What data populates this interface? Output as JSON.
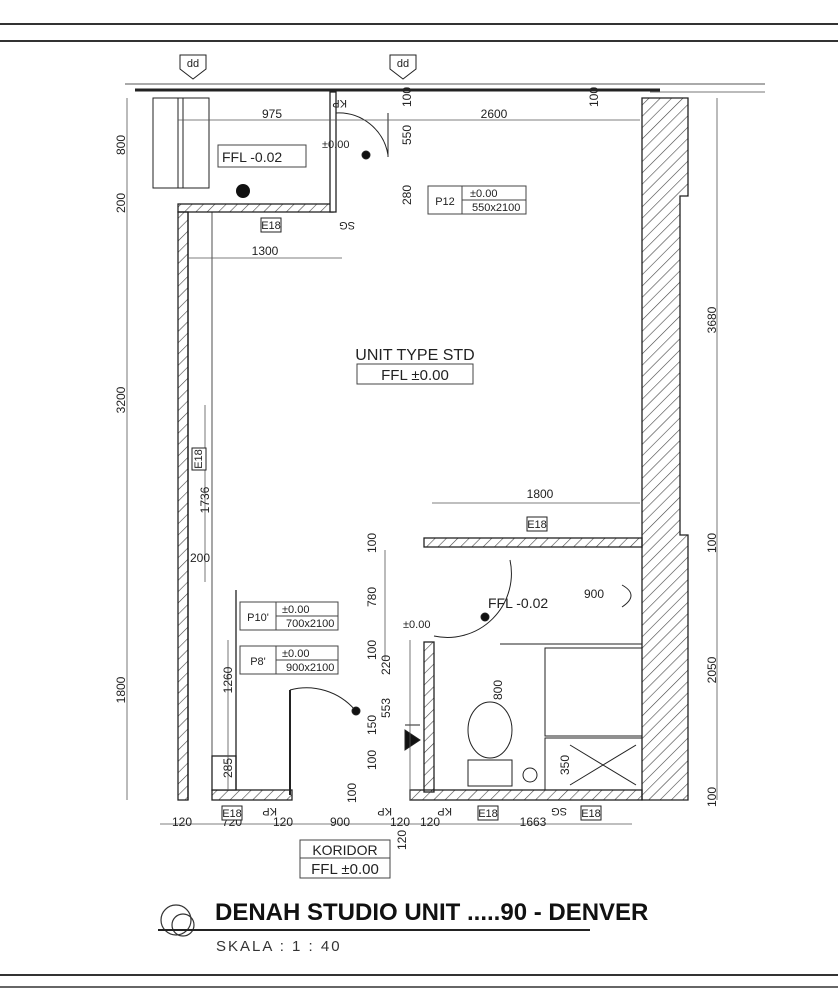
{
  "markers": {
    "top": "dd",
    "wall": "E18",
    "kp": "KP",
    "sg": "SG"
  },
  "dimensions": {
    "d975": "975",
    "d2600": "2600",
    "d800": "800",
    "d200a": "200",
    "d550": "550",
    "d100a": "100",
    "d100b": "100",
    "d280": "280",
    "d1300": "1300",
    "d3680": "3680",
    "d3200": "3200",
    "d1736": "1736",
    "d200b": "200",
    "d1800h": "1800",
    "d100c": "100",
    "d780": "780",
    "d900a": "900",
    "d2050": "2050",
    "d100d": "100",
    "d100e": "100",
    "d1800v": "1800",
    "d1260": "1260",
    "d285": "285",
    "d220": "220",
    "d553": "553",
    "d150": "150",
    "d100f": "100",
    "d120a": "120",
    "d720": "720",
    "d120b": "120",
    "d900b": "900",
    "d120c": "120",
    "d120d": "120",
    "d1663": "1663",
    "d800b": "800",
    "d350": "350",
    "d100g": "100",
    "d120e": "120",
    "d100h": "100"
  },
  "levels": {
    "ffl_top": "FFL -0.02",
    "ffl_bath": "FFL -0.02",
    "door_top": "±0.00",
    "door_bath": "±0.00"
  },
  "room": {
    "name": "UNIT TYPE STD",
    "ffl": "FFL ±0.00"
  },
  "doors": {
    "p12": {
      "code": "P12",
      "level": "±0.00",
      "size": "550x2100"
    },
    "p10": {
      "code": "P10'",
      "level": "±0.00",
      "size": "700x2100"
    },
    "p8": {
      "code": "P8'",
      "level": "±0.00",
      "size": "900x2100"
    }
  },
  "corridor": {
    "name": "KORIDOR",
    "ffl": "FFL ±0.00"
  },
  "drawing": {
    "title": "DENAH STUDIO UNIT .....90 - DENVER",
    "scale": "SKALA : 1 : 40"
  }
}
